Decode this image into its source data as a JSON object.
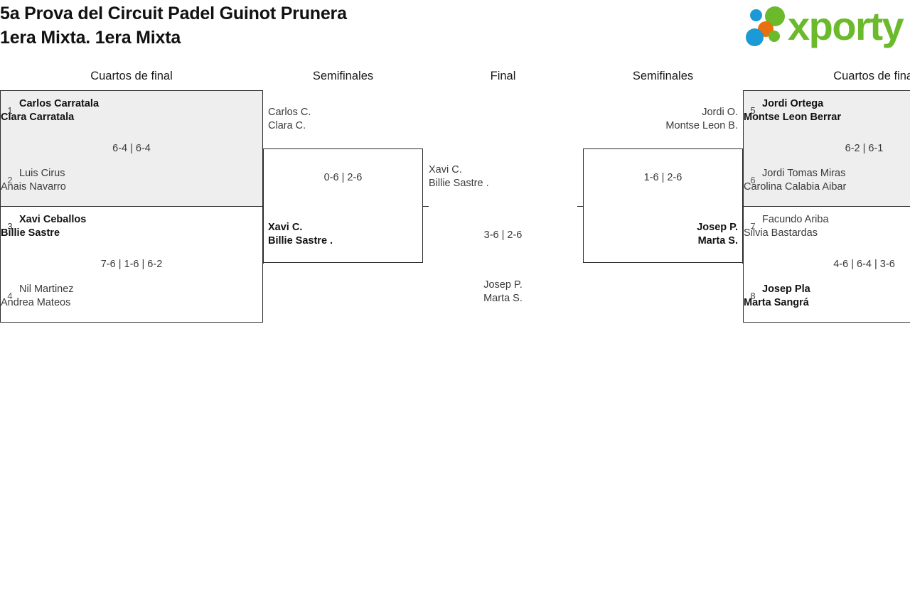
{
  "header": {
    "tournament_title": "5a Prova del Circuit Padel Guinot Prunera\n1era Mixta. 1era Mixta",
    "logo": {
      "wordmark": "xporty",
      "wordmark_color": "#6aba2c",
      "dots": [
        {
          "name": "dot-top-left",
          "color": "#1b9ad6"
        },
        {
          "name": "dot-top-right",
          "color": "#6aba2c"
        },
        {
          "name": "dot-middle",
          "color": "#e8700f"
        },
        {
          "name": "dot-bottom-left",
          "color": "#1b9ad6"
        },
        {
          "name": "dot-bottom-right",
          "color": "#6aba2c"
        }
      ]
    }
  },
  "rounds": {
    "qf_left": "Cuartos de final",
    "sf_left": "Semifinales",
    "final": "Final",
    "sf_right": "Semifinales",
    "qf_right": "Cuartos de final"
  },
  "colors": {
    "shaded_row": "#eeeeee",
    "border": "#2b2b2b",
    "text": "#3a3a3a",
    "winner_text": "#111111",
    "seed_text": "#5a5a5a"
  },
  "bracket": {
    "quarterfinals_left": [
      {
        "shaded": true,
        "top": {
          "seed": "1",
          "names": "Carlos Carratala\nClara Carratala",
          "winner": true
        },
        "bottom": {
          "seed": "2",
          "names": "Luis Cirus\nAnais Navarro",
          "winner": false
        },
        "score": "6-4 | 6-4"
      },
      {
        "shaded": false,
        "top": {
          "seed": "3",
          "names": "Xavi Ceballos\nBillie Sastre",
          "winner": true
        },
        "bottom": {
          "seed": "4",
          "names": "Nil Martinez\nAndrea Mateos",
          "winner": false
        },
        "score": "7-6 | 1-6 | 6-2"
      }
    ],
    "quarterfinals_right": [
      {
        "shaded": true,
        "top": {
          "seed": "5",
          "names": "Jordi Ortega\nMontse Leon Berrar",
          "winner": true
        },
        "bottom": {
          "seed": "6",
          "names": "Jordi Tomas Miras\nCarolina Calabia Aibar",
          "winner": false
        },
        "score": "6-2 | 6-1"
      },
      {
        "shaded": false,
        "top": {
          "seed": "7",
          "names": "Facundo Ariba\nSilvia Bastardas",
          "winner": false
        },
        "bottom": {
          "seed": "8",
          "names": "Josep Pla\nMarta Sangrá",
          "winner": true
        },
        "score": "4-6 | 6-4 | 3-6"
      }
    ],
    "semifinal_left": {
      "top": {
        "names": "Carlos C.\nClara C.",
        "winner": false
      },
      "bottom": {
        "names": "Xavi C.\nBillie Sastre .",
        "winner": true
      },
      "score": "0-6 | 2-6"
    },
    "semifinal_right": {
      "top": {
        "names": "Jordi O.\nMontse Leon B.",
        "winner": false
      },
      "bottom": {
        "names": "Josep P.\nMarta S.",
        "winner": true
      },
      "score": "1-6 | 2-6"
    },
    "final": {
      "left_team": {
        "names": "Xavi C.\nBillie Sastre .",
        "winner": false
      },
      "right_team": {
        "names": "Josep P.\nMarta S.",
        "winner": true
      },
      "score": "3-6 | 2-6",
      "champion": {
        "names": "Josep P.\nMarta S.",
        "winner": true
      }
    }
  }
}
